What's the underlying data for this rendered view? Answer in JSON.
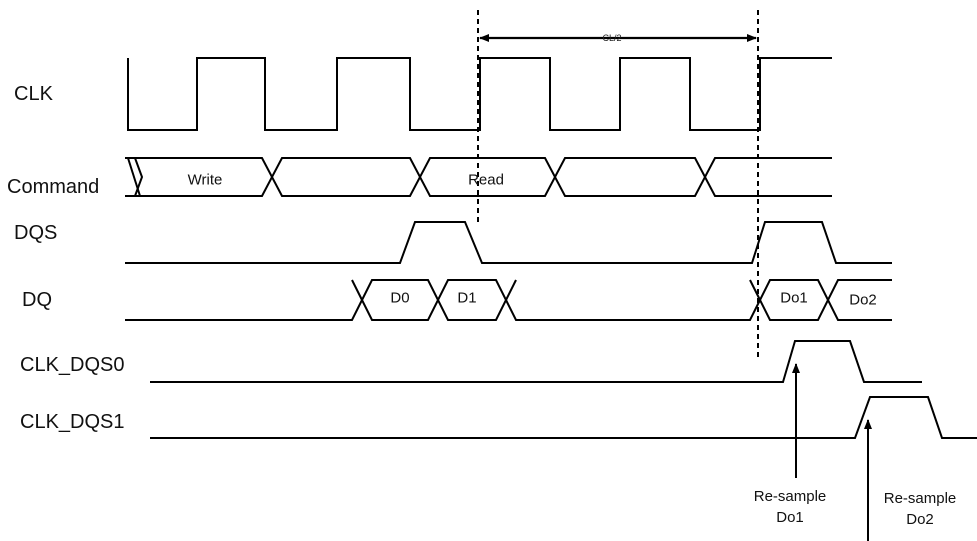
{
  "signals": {
    "clk": "CLK",
    "command": "Command",
    "dqs": "DQS",
    "dq": "DQ",
    "clk_dqs0": "CLK_DQS0",
    "clk_dqs1": "CLK_DQS1"
  },
  "command_cells": {
    "write": "Write",
    "read": "Read"
  },
  "dq_cells": {
    "d0": "D0",
    "d1": "D1",
    "do1": "Do1",
    "do2": "Do2"
  },
  "latency_label": "CL/2",
  "annotations": {
    "resample1": {
      "line1": "Re-sample",
      "line2": "Do1"
    },
    "resample2": {
      "line1": "Re-sample",
      "line2": "Do2"
    }
  }
}
